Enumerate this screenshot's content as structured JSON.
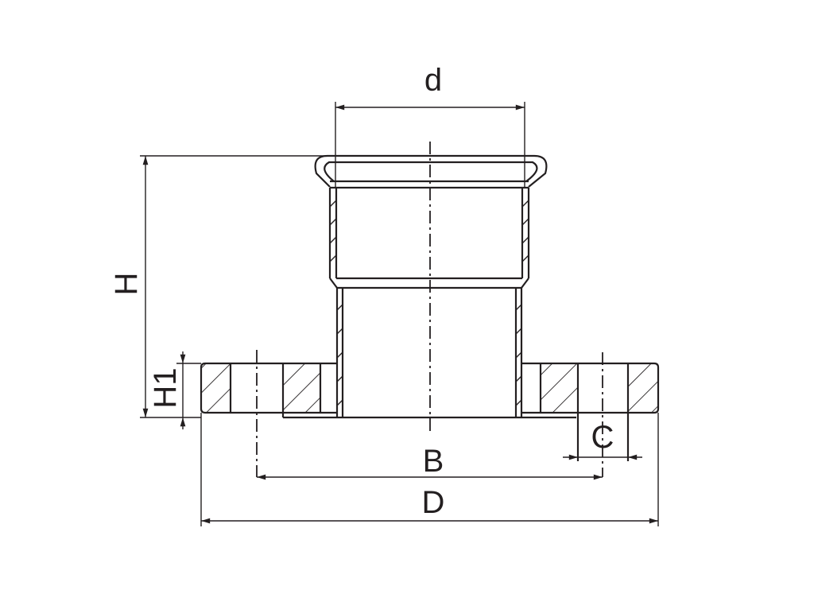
{
  "labels": {
    "d": "d",
    "H": "H",
    "H1": "H1",
    "C": "C",
    "B": "B",
    "D": "D"
  },
  "colors": {
    "line": "#231f20",
    "background": "#ffffff"
  }
}
